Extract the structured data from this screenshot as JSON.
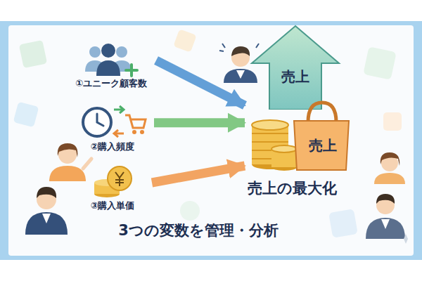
{
  "diagram": {
    "caption": "3つの変数を管理・分析",
    "nodes": [
      {
        "text": [
          "①ユニーク顧客数"
        ]
      },
      {
        "text": [
          "②購入頻度"
        ]
      },
      {
        "text": [
          "③購入単価"
        ]
      },
      {
        "text": [
          "売上"
        ]
      },
      {
        "text": [
          "売上"
        ]
      }
    ],
    "edges": [
      {
        "from": 0,
        "to": 4,
        "arrow": "to"
      },
      {
        "from": 1,
        "to": 4,
        "arrow": "to"
      },
      {
        "from": 2,
        "to": 4,
        "arrow": "to"
      }
    ],
    "labels": [
      "売上の最大化"
    ]
  }
}
